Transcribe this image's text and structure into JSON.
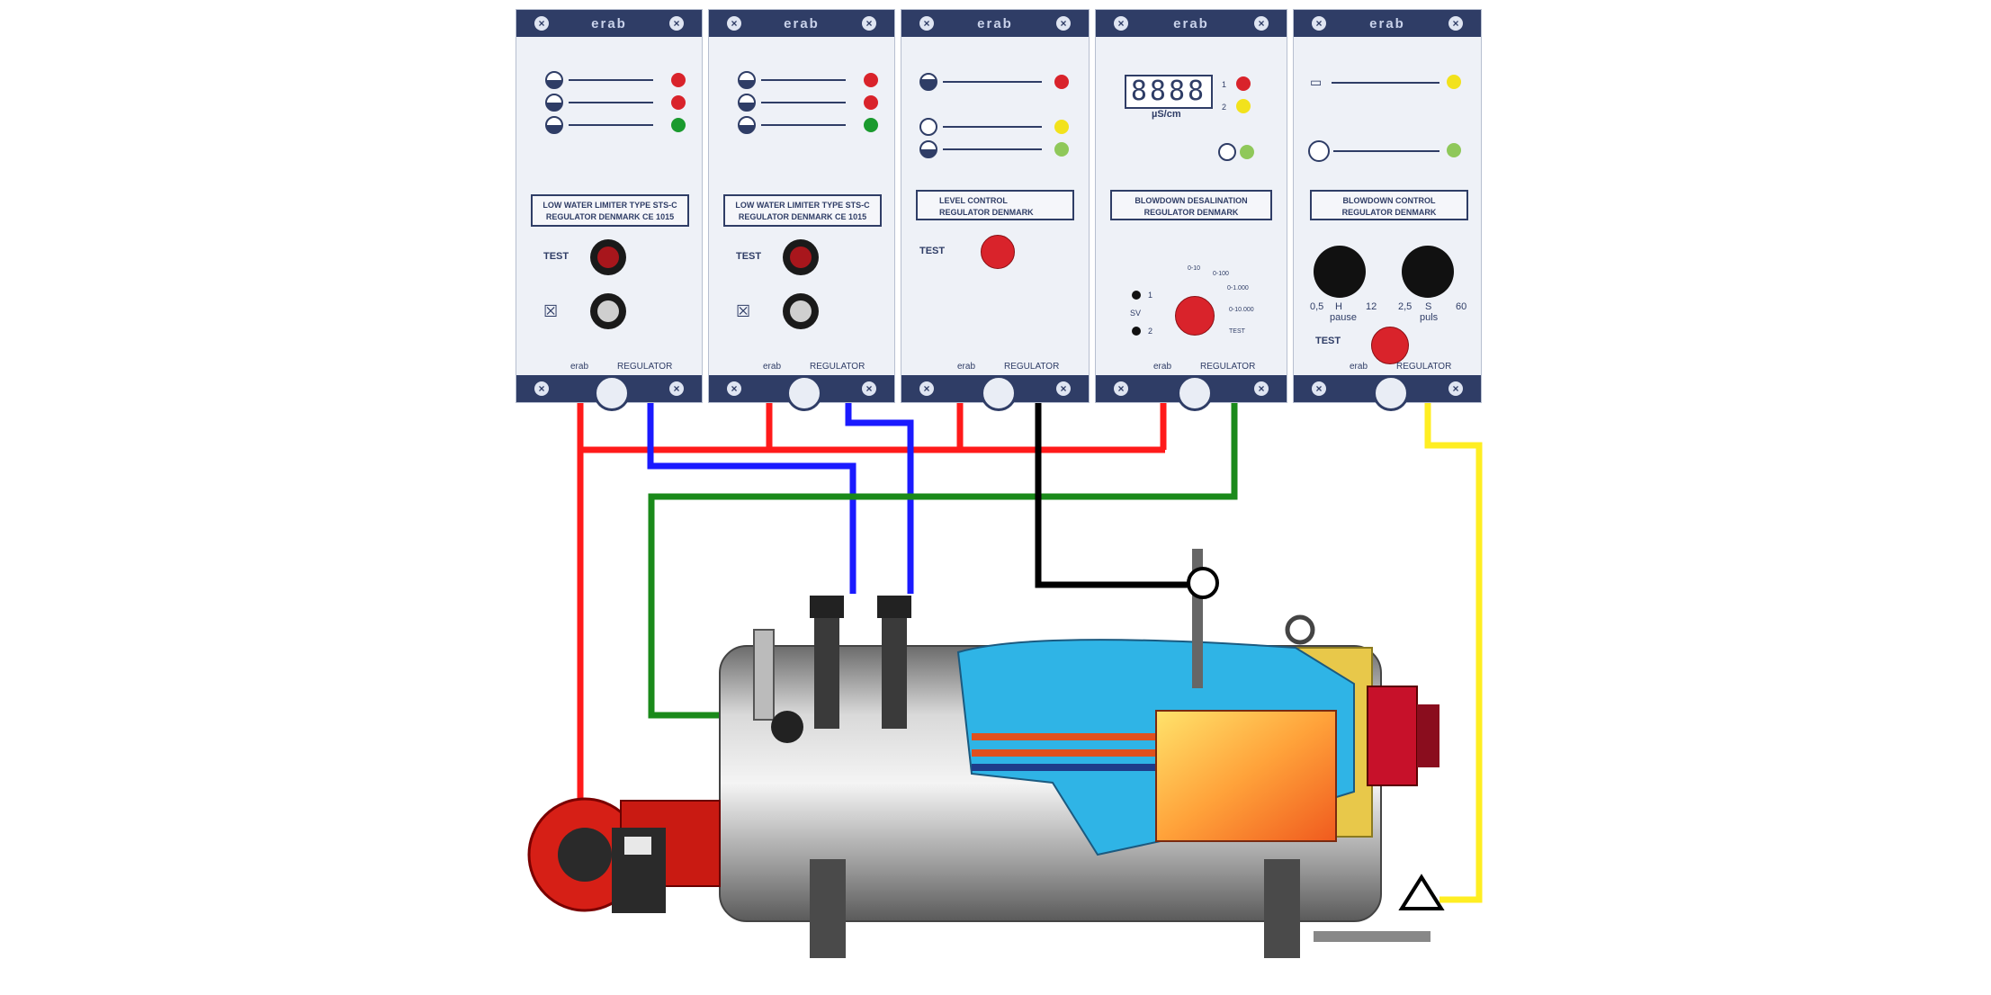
{
  "modules": [
    {
      "brand": "erab",
      "label_line1": "LOW WATER LIMITER TYPE STS-C",
      "label_line2": "REGULATOR DENMARK CE 1015",
      "test": "TEST",
      "footer_brand": "erab",
      "footer_text": "REGULATOR",
      "leds": [
        "#d9232b",
        "#d9232b",
        "#1a9a2e"
      ]
    },
    {
      "brand": "erab",
      "label_line1": "LOW WATER LIMITER TYPE STS-C",
      "label_line2": "REGULATOR DENMARK CE 1015",
      "test": "TEST",
      "footer_brand": "erab",
      "footer_text": "REGULATOR",
      "leds": [
        "#d9232b",
        "#d9232b",
        "#1a9a2e"
      ]
    },
    {
      "brand": "erab",
      "label_line1": "LEVEL CONTROL",
      "label_line2": "REGULATOR DENMARK",
      "test": "TEST",
      "footer_brand": "erab",
      "footer_text": "REGULATOR",
      "leds": [
        "#d9232b",
        "#f2e21c",
        "#8fc85a"
      ]
    },
    {
      "brand": "erab",
      "display": "8888",
      "unit": "µS/cm",
      "label_line1": "BLOWDOWN DESALINATION",
      "label_line2": "REGULATOR DENMARK",
      "sv": "SV",
      "sv1": "1",
      "sv2": "2",
      "led1": "1",
      "led2": "2",
      "ranges": [
        "0-10",
        "0-100",
        "0-1.000",
        "0-10.000",
        "TEST"
      ],
      "footer_brand": "erab",
      "footer_text": "REGULATOR",
      "leds": [
        "#d9232b",
        "#f2e21c",
        "#8fc85a"
      ]
    },
    {
      "brand": "erab",
      "label_line1": "BLOWDOWN CONTROL",
      "label_line2": "REGULATOR DENMARK",
      "dial1_min": "0,5",
      "dial1_unit": "H",
      "dial1_max": "12",
      "dial1_label": "pause",
      "dial2_min": "2,5",
      "dial2_unit": "S",
      "dial2_max": "60",
      "dial2_label": "puls",
      "test": "TEST",
      "footer_brand": "erab",
      "footer_text": "REGULATOR",
      "leds": [
        "#f2e21c",
        "#8fc85a"
      ]
    }
  ],
  "colors": {
    "panel_dark": "#2f3d66",
    "wire_red": "#ff1a1a",
    "wire_blue": "#1a1aff",
    "wire_green": "#1a8a1a",
    "wire_black": "#000000",
    "wire_yellow": "#ffee22"
  }
}
